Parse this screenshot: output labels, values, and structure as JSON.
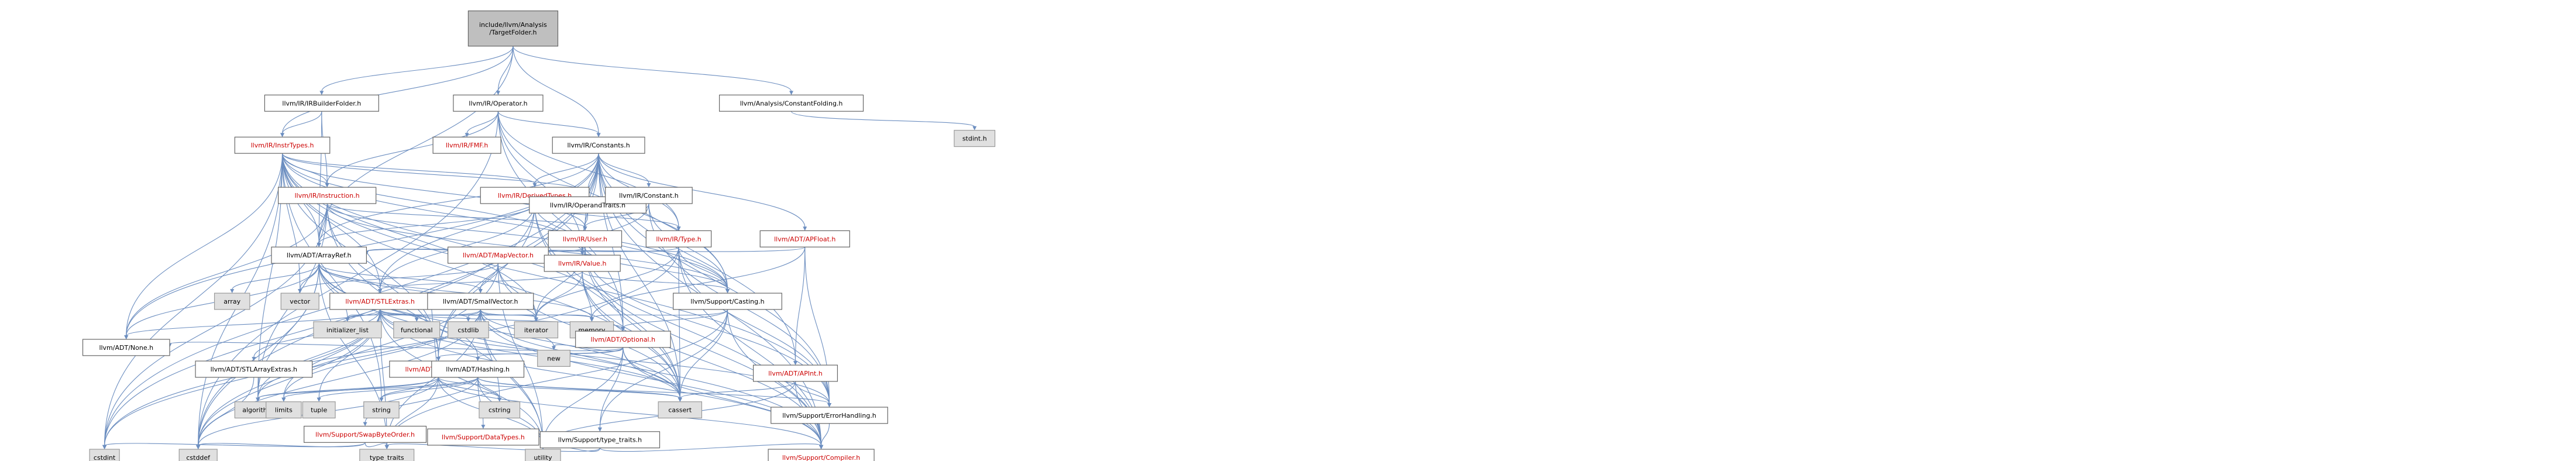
{
  "title": "include/llvm/Analysis/TargetFolder.h",
  "nodes": [
    {
      "id": "root",
      "label": "include/llvm/Analysis\n/TargetFolder.h",
      "kind": "root"
    },
    {
      "id": "irbuilderfolder",
      "label": "llvm/IR/IRBuilderFolder.h",
      "kind": "white"
    },
    {
      "id": "operator",
      "label": "llvm/IR/Operator.h",
      "kind": "white"
    },
    {
      "id": "constantfolding",
      "label": "llvm/Analysis/ConstantFolding.h",
      "kind": "white"
    },
    {
      "id": "stdintH",
      "label": "stdint.h",
      "kind": "gray"
    },
    {
      "id": "insttypes",
      "label": "llvm/IR/InstrTypes.h",
      "kind": "red"
    },
    {
      "id": "fmf",
      "label": "llvm/IR/FMF.h",
      "kind": "red"
    },
    {
      "id": "constants",
      "label": "llvm/IR/Constants.h",
      "kind": "white"
    },
    {
      "id": "instruction",
      "label": "llvm/IR/Instruction.h",
      "kind": "red"
    },
    {
      "id": "derivedtypes",
      "label": "llvm/IR/DerivedTypes.h",
      "kind": "red"
    },
    {
      "id": "operandtraits",
      "label": "llvm/IR/OperandTraits.h",
      "kind": "white"
    },
    {
      "id": "constant",
      "label": "llvm/IR/Constant.h",
      "kind": "white"
    },
    {
      "id": "user",
      "label": "llvm/IR/User.h",
      "kind": "red"
    },
    {
      "id": "type",
      "label": "llvm/IR/Type.h",
      "kind": "red"
    },
    {
      "id": "apfloat",
      "label": "llvm/ADT/APFloat.h",
      "kind": "red"
    },
    {
      "id": "arrayref",
      "label": "llvm/ADT/ArrayRef.h",
      "kind": "white"
    },
    {
      "id": "mapvector",
      "label": "llvm/ADT/MapVector.h",
      "kind": "red"
    },
    {
      "id": "value",
      "label": "llvm/IR/Value.h",
      "kind": "red"
    },
    {
      "id": "array",
      "label": "array",
      "kind": "gray"
    },
    {
      "id": "vector",
      "label": "vector",
      "kind": "gray"
    },
    {
      "id": "stlextras",
      "label": "llvm/ADT/STLExtras.h",
      "kind": "red"
    },
    {
      "id": "smallvector",
      "label": "llvm/ADT/SmallVector.h",
      "kind": "white"
    },
    {
      "id": "iterator",
      "label": "iterator",
      "kind": "gray"
    },
    {
      "id": "memory",
      "label": "memory",
      "kind": "gray"
    },
    {
      "id": "casting",
      "label": "llvm/Support/Casting.h",
      "kind": "white"
    },
    {
      "id": "initlist",
      "label": "initializer_list",
      "kind": "gray"
    },
    {
      "id": "functional",
      "label": "functional",
      "kind": "gray"
    },
    {
      "id": "cstdlib",
      "label": "cstdlib",
      "kind": "gray"
    },
    {
      "id": "optional",
      "label": "llvm/ADT/Optional.h",
      "kind": "red"
    },
    {
      "id": "none",
      "label": "llvm/ADT/None.h",
      "kind": "white"
    },
    {
      "id": "stlarrayextras",
      "label": "llvm/ADT/STLArrayExtras.h",
      "kind": "white"
    },
    {
      "id": "stringref",
      "label": "llvm/ADT/StringRef.h",
      "kind": "red"
    },
    {
      "id": "hashing",
      "label": "llvm/ADT/Hashing.h",
      "kind": "white"
    },
    {
      "id": "new",
      "label": "new",
      "kind": "gray"
    },
    {
      "id": "apint",
      "label": "llvm/ADT/APInt.h",
      "kind": "red"
    },
    {
      "id": "algorithm",
      "label": "algorithm",
      "kind": "gray"
    },
    {
      "id": "limits",
      "label": "limits",
      "kind": "gray"
    },
    {
      "id": "tuple",
      "label": "tuple",
      "kind": "gray"
    },
    {
      "id": "string",
      "label": "string",
      "kind": "gray"
    },
    {
      "id": "cstring",
      "label": "cstring",
      "kind": "gray"
    },
    {
      "id": "cassert",
      "label": "cassert",
      "kind": "gray"
    },
    {
      "id": "errorhandling",
      "label": "llvm/Support/ErrorHandling.h",
      "kind": "white"
    },
    {
      "id": "swapbyteorder",
      "label": "llvm/Support/SwapByteOrder.h",
      "kind": "red"
    },
    {
      "id": "datatypes",
      "label": "llvm/Support/DataTypes.h",
      "kind": "red"
    },
    {
      "id": "typetraitsS",
      "label": "llvm/Support/type_traits.h",
      "kind": "white"
    },
    {
      "id": "cstdint",
      "label": "cstdint",
      "kind": "gray"
    },
    {
      "id": "cstddef",
      "label": "cstddef",
      "kind": "gray"
    },
    {
      "id": "typetraits",
      "label": "type_traits",
      "kind": "gray"
    },
    {
      "id": "utility",
      "label": "utility",
      "kind": "gray"
    },
    {
      "id": "compiler",
      "label": "llvm/Support/Compiler.h",
      "kind": "red"
    }
  ],
  "edges": [
    [
      "root",
      "irbuilderfolder"
    ],
    [
      "root",
      "operator"
    ],
    [
      "root",
      "constantfolding"
    ],
    [
      "root",
      "constants"
    ],
    [
      "root",
      "insttypes"
    ],
    [
      "root",
      "arrayref"
    ],
    [
      "constantfolding",
      "stdintH"
    ],
    [
      "irbuilderfolder",
      "insttypes"
    ],
    [
      "irbuilderfolder",
      "instruction"
    ],
    [
      "irbuilderfolder",
      "arrayref"
    ],
    [
      "operator",
      "fmf"
    ],
    [
      "operator",
      "constants"
    ],
    [
      "operator",
      "instruction"
    ],
    [
      "operator",
      "type"
    ],
    [
      "operator",
      "value"
    ],
    [
      "operator",
      "casting"
    ],
    [
      "operator",
      "cstddef"
    ],
    [
      "operator",
      "optional"
    ],
    [
      "insttypes",
      "instruction"
    ],
    [
      "insttypes",
      "derivedtypes"
    ],
    [
      "insttypes",
      "operandtraits"
    ],
    [
      "insttypes",
      "user"
    ],
    [
      "insttypes",
      "value"
    ],
    [
      "insttypes",
      "arrayref"
    ],
    [
      "insttypes",
      "stlextras"
    ],
    [
      "insttypes",
      "none"
    ],
    [
      "insttypes",
      "optional"
    ],
    [
      "insttypes",
      "stringref"
    ],
    [
      "insttypes",
      "algorithm"
    ],
    [
      "insttypes",
      "cassert"
    ],
    [
      "insttypes",
      "cstddef"
    ],
    [
      "insttypes",
      "cstdint"
    ],
    [
      "insttypes",
      "iterator"
    ],
    [
      "insttypes",
      "string"
    ],
    [
      "insttypes",
      "vector"
    ],
    [
      "insttypes",
      "casting"
    ],
    [
      "insttypes",
      "errorhandling"
    ],
    [
      "constants",
      "derivedtypes"
    ],
    [
      "constants",
      "operandtraits"
    ],
    [
      "constants",
      "constant"
    ],
    [
      "constants",
      "user"
    ],
    [
      "constants",
      "type"
    ],
    [
      "constants",
      "apfloat"
    ],
    [
      "constants",
      "apint"
    ],
    [
      "constants",
      "arrayref"
    ],
    [
      "constants",
      "stlextras"
    ],
    [
      "constants",
      "none"
    ],
    [
      "constants",
      "optional"
    ],
    [
      "constants",
      "stringref"
    ],
    [
      "constants",
      "value"
    ],
    [
      "constants",
      "casting"
    ],
    [
      "constants",
      "compiler"
    ],
    [
      "constants",
      "errorhandling"
    ],
    [
      "constants",
      "cassert"
    ],
    [
      "constants",
      "cstddef"
    ],
    [
      "constants",
      "cstdint"
    ],
    [
      "instruction",
      "user"
    ],
    [
      "instruction",
      "value"
    ],
    [
      "instruction",
      "casting"
    ],
    [
      "instruction",
      "arrayref"
    ],
    [
      "instruction",
      "none"
    ],
    [
      "instruction",
      "stringref"
    ],
    [
      "instruction",
      "algorithm"
    ],
    [
      "instruction",
      "cstdint"
    ],
    [
      "instruction",
      "utility"
    ],
    [
      "derivedtypes",
      "type"
    ],
    [
      "derivedtypes",
      "arrayref"
    ],
    [
      "derivedtypes",
      "stlextras"
    ],
    [
      "derivedtypes",
      "stringref"
    ],
    [
      "derivedtypes",
      "casting"
    ],
    [
      "derivedtypes",
      "compiler"
    ],
    [
      "derivedtypes",
      "cassert"
    ],
    [
      "derivedtypes",
      "cstdint"
    ],
    [
      "operandtraits",
      "user"
    ],
    [
      "constant",
      "user"
    ],
    [
      "constant",
      "value"
    ],
    [
      "constant",
      "casting"
    ],
    [
      "constant",
      "errorhandling"
    ],
    [
      "user",
      "value"
    ],
    [
      "user",
      "arrayref"
    ],
    [
      "user",
      "casting"
    ],
    [
      "user",
      "compiler"
    ],
    [
      "user",
      "errorhandling"
    ],
    [
      "user",
      "cassert"
    ],
    [
      "user",
      "iterator"
    ],
    [
      "type",
      "arrayref"
    ],
    [
      "type",
      "casting"
    ],
    [
      "type",
      "compiler"
    ],
    [
      "type",
      "errorhandling"
    ],
    [
      "type",
      "cassert"
    ],
    [
      "type",
      "cstdint"
    ],
    [
      "type",
      "iterator"
    ],
    [
      "apfloat",
      "apint"
    ],
    [
      "apfloat",
      "arrayref"
    ],
    [
      "apfloat",
      "errorhandling"
    ],
    [
      "apfloat",
      "memory"
    ],
    [
      "mapvector",
      "smallvector"
    ],
    [
      "mapvector",
      "vector"
    ],
    [
      "mapvector",
      "cassert"
    ],
    [
      "mapvector",
      "cstddef"
    ],
    [
      "mapvector",
      "iterator"
    ],
    [
      "mapvector",
      "utility"
    ],
    [
      "arrayref",
      "array"
    ],
    [
      "arrayref",
      "vector"
    ],
    [
      "arrayref",
      "stlextras"
    ],
    [
      "arrayref",
      "smallvector"
    ],
    [
      "arrayref",
      "none"
    ],
    [
      "arrayref",
      "hashing"
    ],
    [
      "arrayref",
      "compiler"
    ],
    [
      "arrayref",
      "algorithm"
    ],
    [
      "arrayref",
      "cassert"
    ],
    [
      "arrayref",
      "cstddef"
    ],
    [
      "arrayref",
      "initlist"
    ],
    [
      "arrayref",
      "iterator"
    ],
    [
      "arrayref",
      "memory"
    ],
    [
      "arrayref",
      "typetraits"
    ],
    [
      "value",
      "casting"
    ],
    [
      "value",
      "compiler"
    ],
    [
      "value",
      "cassert"
    ],
    [
      "value",
      "iterator"
    ],
    [
      "value",
      "memory"
    ],
    [
      "value",
      "stlextras"
    ],
    [
      "stlextras",
      "iterator"
    ],
    [
      "stlextras",
      "memory"
    ],
    [
      "stlextras",
      "initlist"
    ],
    [
      "stlextras",
      "functional"
    ],
    [
      "stlextras",
      "cstdlib"
    ],
    [
      "stlextras",
      "optional"
    ],
    [
      "stlextras",
      "stlarrayextras"
    ],
    [
      "stlextras",
      "none"
    ],
    [
      "stlextras",
      "algorithm"
    ],
    [
      "stlextras",
      "limits"
    ],
    [
      "stlextras",
      "tuple"
    ],
    [
      "stlextras",
      "cassert"
    ],
    [
      "stlextras",
      "cstddef"
    ],
    [
      "stlextras",
      "cstdint"
    ],
    [
      "stlextras",
      "typetraits"
    ],
    [
      "stlextras",
      "utility"
    ],
    [
      "stlextras",
      "compiler"
    ],
    [
      "stlextras",
      "errorhandling"
    ],
    [
      "smallvector",
      "compiler"
    ],
    [
      "smallvector",
      "algorithm"
    ],
    [
      "smallvector",
      "cassert"
    ],
    [
      "smallvector",
      "cstddef"
    ],
    [
      "smallvector",
      "cstdlib"
    ],
    [
      "smallvector",
      "cstring"
    ],
    [
      "smallvector",
      "functional"
    ],
    [
      "smallvector",
      "initlist"
    ],
    [
      "smallvector",
      "iterator"
    ],
    [
      "smallvector",
      "limits"
    ],
    [
      "smallvector",
      "memory"
    ],
    [
      "smallvector",
      "new"
    ],
    [
      "smallvector",
      "typetraits"
    ],
    [
      "smallvector",
      "utility"
    ],
    [
      "casting",
      "typetraitsS"
    ],
    [
      "casting",
      "compiler"
    ],
    [
      "casting",
      "cassert"
    ],
    [
      "casting",
      "memory"
    ],
    [
      "casting",
      "optional"
    ],
    [
      "casting",
      "typetraits"
    ],
    [
      "optional",
      "none"
    ],
    [
      "optional",
      "stringref"
    ],
    [
      "optional",
      "hashing"
    ],
    [
      "optional",
      "typetraitsS"
    ],
    [
      "optional",
      "compiler"
    ],
    [
      "optional",
      "cassert"
    ],
    [
      "optional",
      "new"
    ],
    [
      "optional",
      "utility"
    ],
    [
      "stlarrayextras",
      "cstddef"
    ],
    [
      "stringref",
      "stlextras"
    ],
    [
      "stringref",
      "compiler"
    ],
    [
      "stringref",
      "algorithm"
    ],
    [
      "stringref",
      "cassert"
    ],
    [
      "stringref",
      "cstddef"
    ],
    [
      "stringref",
      "cstring"
    ],
    [
      "stringref",
      "limits"
    ],
    [
      "stringref",
      "string"
    ],
    [
      "stringref",
      "typetraits"
    ],
    [
      "stringref",
      "utility"
    ],
    [
      "hashing",
      "errorhandling"
    ],
    [
      "hashing",
      "swapbyteorder"
    ],
    [
      "hashing",
      "datatypes"
    ],
    [
      "hashing",
      "algorithm"
    ],
    [
      "hashing",
      "cassert"
    ],
    [
      "hashing",
      "cstring"
    ],
    [
      "hashing",
      "string"
    ],
    [
      "hashing",
      "tuple"
    ],
    [
      "hashing",
      "utility"
    ],
    [
      "apint",
      "compiler"
    ],
    [
      "apint",
      "cassert"
    ],
    [
      "apint",
      "errorhandling"
    ],
    [
      "apint",
      "utility"
    ],
    [
      "typetraitsS",
      "typetraits"
    ],
    [
      "typetraitsS",
      "utility"
    ],
    [
      "typetraitsS",
      "compiler"
    ],
    [
      "swapbyteorder",
      "cstddef"
    ],
    [
      "swapbyteorder",
      "cstdint"
    ],
    [
      "swapbyteorder",
      "typetraits"
    ],
    [
      "errorhandling",
      "compiler"
    ]
  ]
}
